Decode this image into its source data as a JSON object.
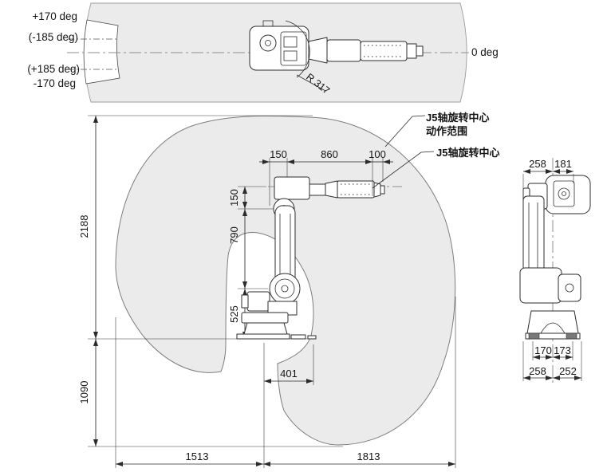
{
  "colors": {
    "envelope_fill": "#ebebeb",
    "line": "#2b2b2b",
    "envelope_stroke": "#7d7d7d"
  },
  "top_view": {
    "labels": {
      "plus170": "+170 deg",
      "minus185": "(-185 deg)",
      "plus185": "(+185 deg)",
      "minus170": "-170 deg",
      "zero": "0 deg",
      "radius": "R 317"
    }
  },
  "front_view": {
    "dims": {
      "top_150": "150",
      "top_860": "860",
      "top_100": "100",
      "side_150": "150",
      "side_790": "790",
      "side_525": "525",
      "height_2188": "2188",
      "depth_1090": "1090",
      "base_401": "401",
      "bottom_1513": "1513",
      "bottom_1813": "1813"
    },
    "annotations": {
      "j5_range_line1": "J5轴旋转中心",
      "j5_range_line2": "动作范围",
      "j5_center": "J5轴旋转中心"
    }
  },
  "side_view": {
    "dims": {
      "top_258": "258",
      "top_181": "181",
      "mid_170": "170",
      "mid_173": "173",
      "bottom_258": "258",
      "bottom_252": "252"
    }
  }
}
